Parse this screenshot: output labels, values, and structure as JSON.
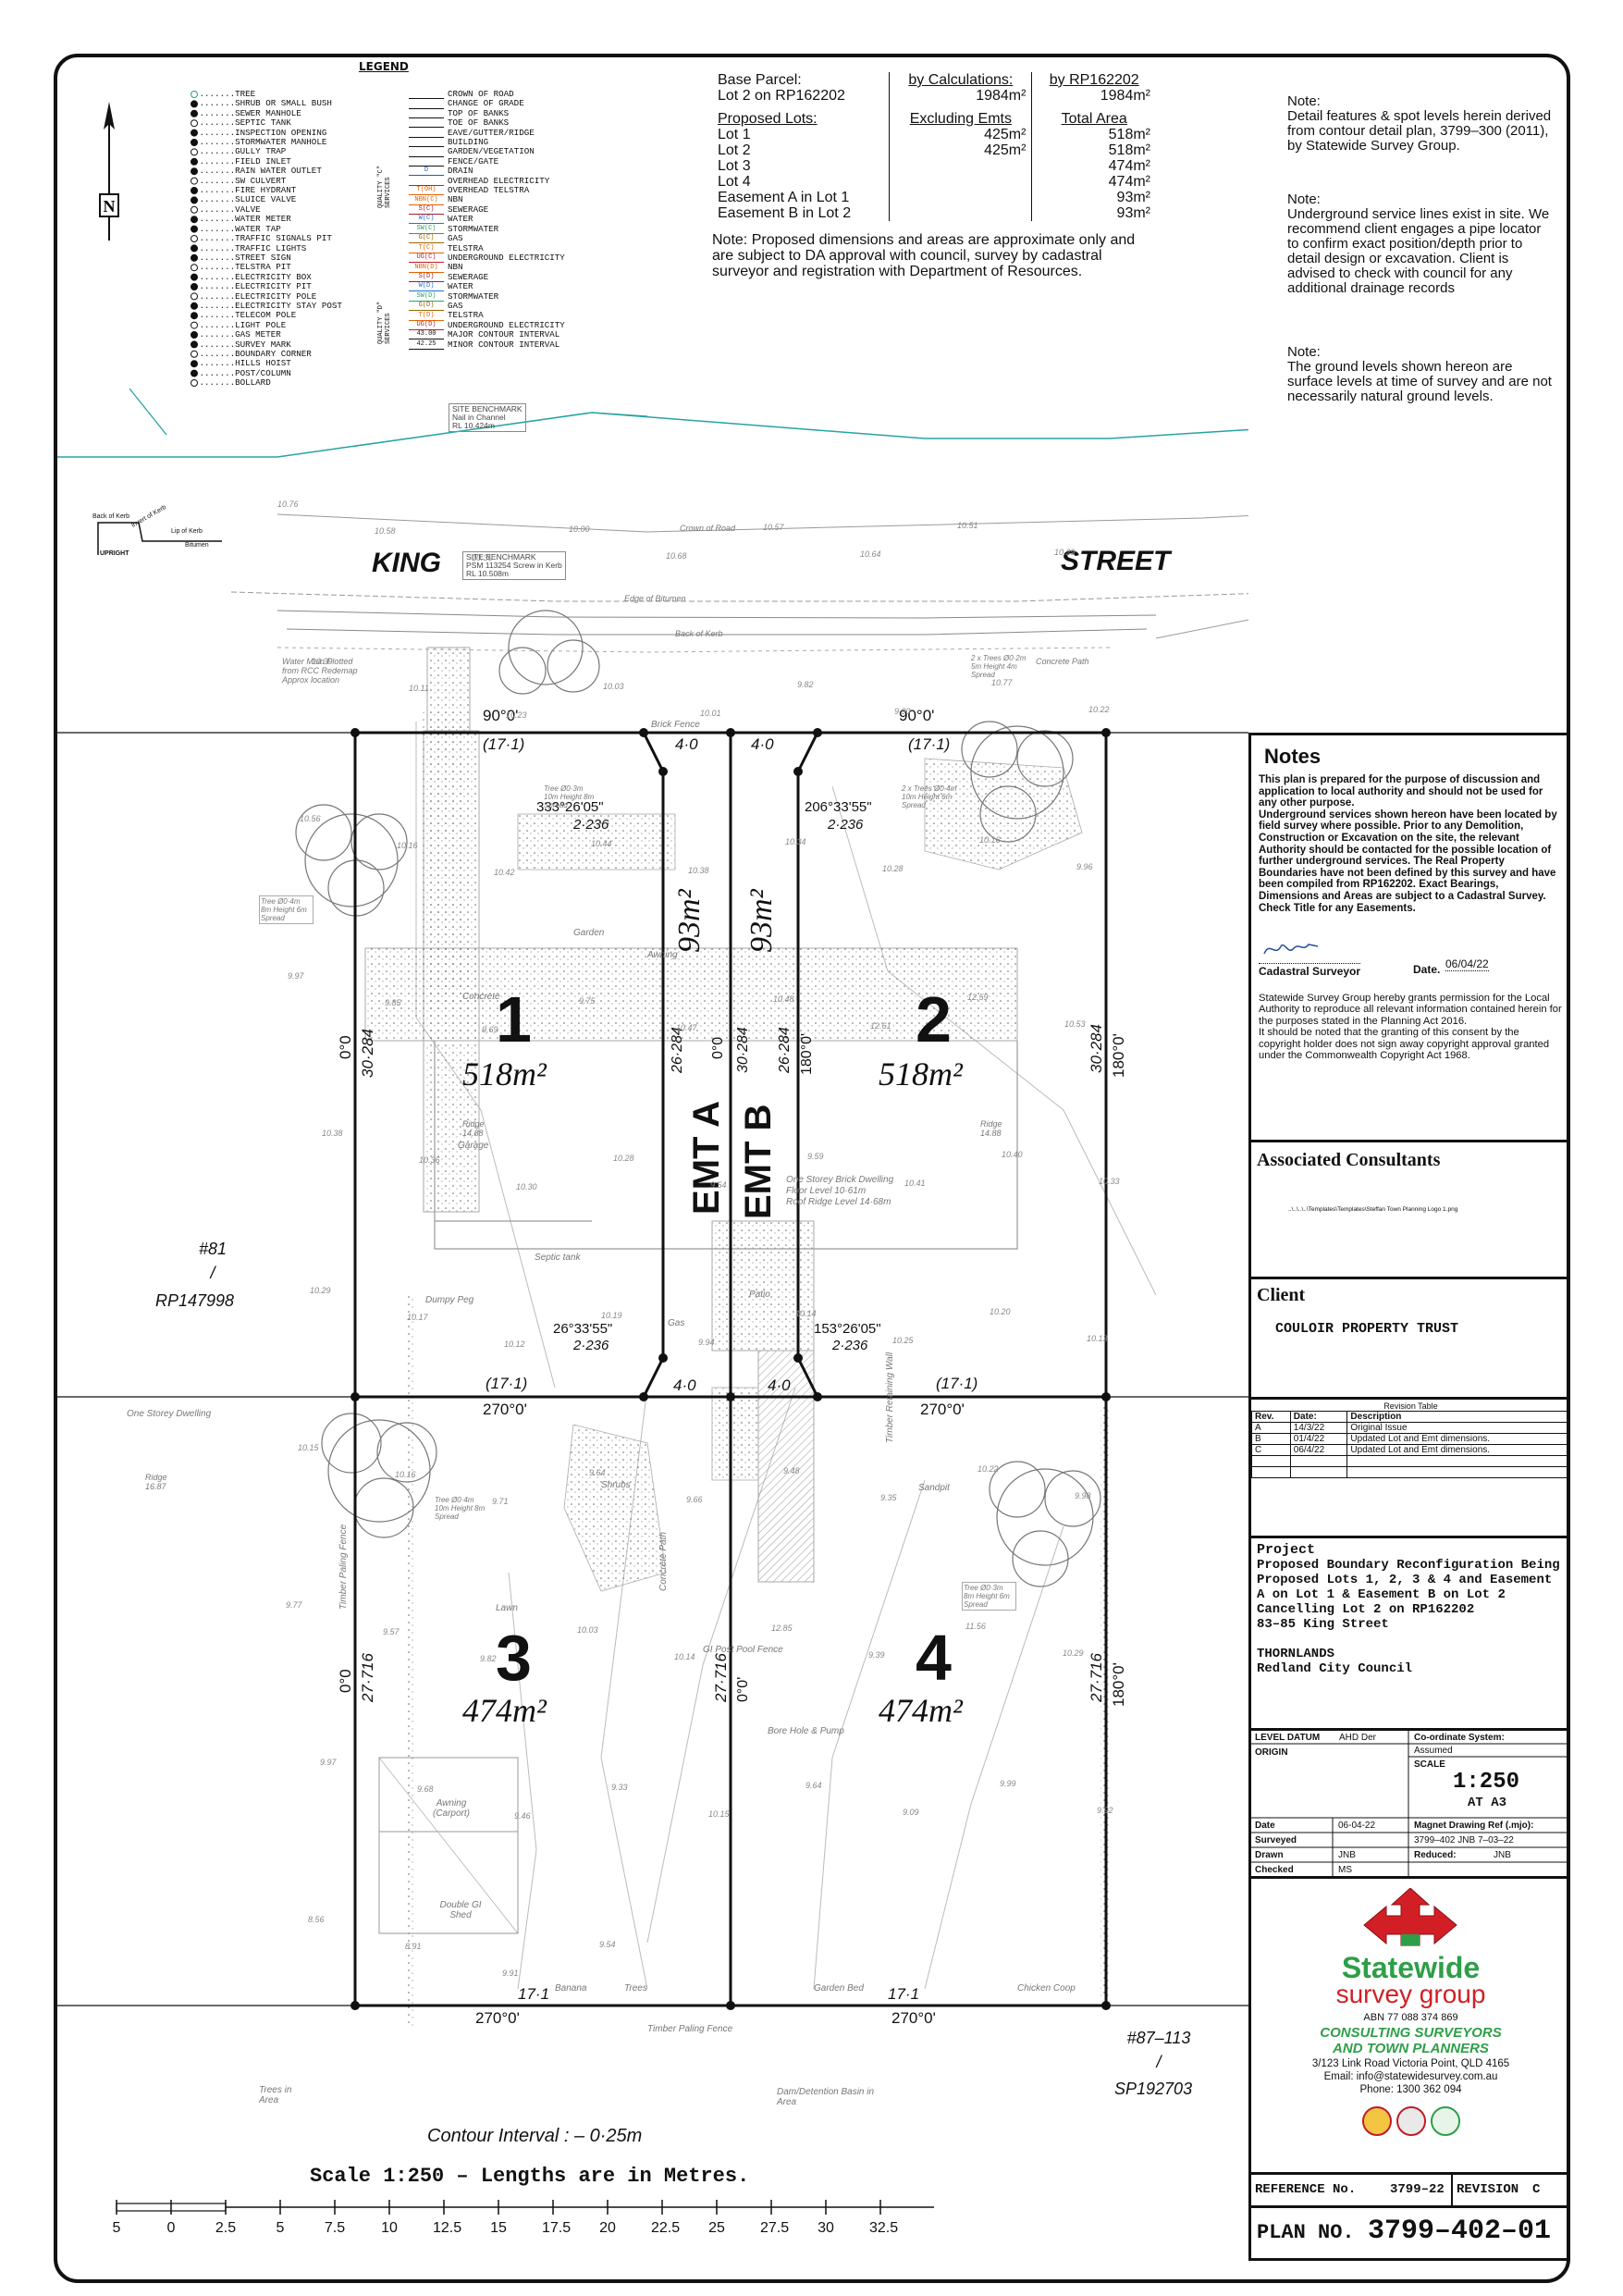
{
  "legend": {
    "title": "LEGEND",
    "left_items": [
      "TREE",
      "SHRUB OR SMALL BUSH",
      "SEWER MANHOLE",
      "SEPTIC TANK",
      "INSPECTION OPENING",
      "STORMWATER MANHOLE",
      "GULLY TRAP",
      "FIELD INLET",
      "RAIN WATER OUTLET",
      "SW CULVERT",
      "FIRE HYDRANT",
      "SLUICE VALVE",
      "VALVE",
      "WATER METER",
      "WATER TAP",
      "TRAFFIC SIGNALS PIT",
      "TRAFFIC LIGHTS",
      "STREET SIGN",
      "TELSTRA PIT",
      "ELECTRICITY BOX",
      "ELECTRICITY PIT",
      "ELECTRICITY POLE",
      "ELECTRICITY STAY POST",
      "TELECOM POLE",
      "LIGHT POLE",
      "GAS METER",
      "SURVEY MARK",
      "BOUNDARY CORNER",
      "HILLS HOIST",
      "POST/COLUMN",
      "BOLLARD"
    ],
    "right_items": [
      {
        "sym": "",
        "label": "CROWN OF ROAD",
        "color": "#111"
      },
      {
        "sym": "",
        "label": "CHANGE OF GRADE",
        "color": "#111"
      },
      {
        "sym": "",
        "label": "TOP OF BANKS",
        "color": "#111"
      },
      {
        "sym": "",
        "label": "TOE OF BANKS",
        "color": "#111"
      },
      {
        "sym": "",
        "label": "EAVE/GUTTER/RIDGE",
        "color": "#111"
      },
      {
        "sym": "",
        "label": "BUILDING",
        "color": "#111"
      },
      {
        "sym": "",
        "label": "GARDEN/VEGETATION",
        "color": "#111"
      },
      {
        "sym": "",
        "label": "FENCE/GATE",
        "color": "#111"
      },
      {
        "sym": "D",
        "label": "DRAIN",
        "color": "#1a5fb4"
      },
      {
        "sym": "",
        "label": "OVERHEAD ELECTRICITY",
        "color": "#c01c28"
      },
      {
        "sym": "T(OH)",
        "label": "OVERHEAD TELSTRA",
        "color": "#e66100"
      },
      {
        "sym": "NBN(C)",
        "label": "NBN",
        "color": "#e66100"
      },
      {
        "sym": "S(C)",
        "label": "SEWERAGE",
        "color": "#a51d2d"
      },
      {
        "sym": "W(C)",
        "label": "WATER",
        "color": "#1c71d8"
      },
      {
        "sym": "SW(C)",
        "label": "STORMWATER",
        "color": "#26a269"
      },
      {
        "sym": "G(C)",
        "label": "GAS",
        "color": "#9a6700"
      },
      {
        "sym": "T(C)",
        "label": "TELSTRA",
        "color": "#e66100"
      },
      {
        "sym": "UG(C)",
        "label": "UNDERGROUND ELECTRICITY",
        "color": "#c01c28"
      },
      {
        "sym": "NBN(D)",
        "label": "NBN",
        "color": "#e66100"
      },
      {
        "sym": "S(D)",
        "label": "SEWERAGE",
        "color": "#a51d2d"
      },
      {
        "sym": "W(D)",
        "label": "WATER",
        "color": "#1c71d8"
      },
      {
        "sym": "SW(D)",
        "label": "STORMWATER",
        "color": "#26a269"
      },
      {
        "sym": "G(D)",
        "label": "GAS",
        "color": "#9a6700"
      },
      {
        "sym": "T(D)",
        "label": "TELSTRA",
        "color": "#e66100"
      },
      {
        "sym": "UG(D)",
        "label": "UNDERGROUND ELECTRICITY",
        "color": "#c01c28"
      },
      {
        "sym": "43.00",
        "label": "MAJOR CONTOUR INTERVAL",
        "color": "#111"
      },
      {
        "sym": "42.25",
        "label": "MINOR CONTOUR INTERVAL",
        "color": "#111"
      }
    ],
    "quality_c": "QUALITY \"C\" SERVICES",
    "quality_d": "QUALITY \"D\" SERVICES"
  },
  "areas": {
    "base_parcel_label": "Base Parcel:",
    "base_lot": "Lot 2 on RP162202",
    "by_calc_hdr": "by Calculations:",
    "by_rp_hdr": "by RP162202",
    "base_calc": "1984m²",
    "base_rp": "1984m²",
    "proposed_hdr": "Proposed Lots:",
    "excl_hdr": "Excluding Emts",
    "total_hdr": "Total Area",
    "rows": [
      {
        "name": "Lot 1",
        "excl": "425m²",
        "total": "518m²"
      },
      {
        "name": "Lot 2",
        "excl": "425m²",
        "total": "518m²"
      },
      {
        "name": "Lot 3",
        "excl": "",
        "total": "474m²"
      },
      {
        "name": "Lot 4",
        "excl": "",
        "total": "474m²"
      },
      {
        "name": "Easement A in Lot 1",
        "excl": "",
        "total": "93m²"
      },
      {
        "name": "Easement B in Lot 2",
        "excl": "",
        "total": "93m²"
      }
    ],
    "note": "Note: Proposed dimensions and areas are approximate only and are subject to DA approval with council, survey by cadastral surveyor and registration with Department of Resources."
  },
  "top_notes": {
    "n1": "Note:\nDetail features & spot levels herein derived from contour detail plan, 3799–300 (2011), by Statewide Survey Group.",
    "n2": "Note:\nUnderground service lines exist in site. We recommend client engages a pipe locator to confirm exact position/depth prior to detail design or excavation. Client is advised to check with council for any additional drainage records",
    "n3": "Note:\nThe ground levels shown hereon are surface levels at time of survey and are not necessarily natural ground levels."
  },
  "plan": {
    "street_left": "KING",
    "street_right": "STREET",
    "site_benchmark_1": "SITE BENCHMARK\nNail in Channel\nRL 10.424m",
    "site_benchmark_2": "SITE BENCHMARK\nPSM 113254 Screw in Kerb\nRL 10.508m",
    "crown_of_road": "Crown of Road",
    "edge_of_bitumen": "Edge of Bitumen",
    "back_of_kerb": "Back of Kerb",
    "water_main": "Water Main Plotted\nfrom RCC Redemap\nApprox location",
    "concrete_path": "Concrete Path",
    "kerb_detail": [
      "Back of Kerb",
      "Invert of Kerb",
      "Lip of Kerb",
      "Bitumen",
      "UPRIGHT"
    ],
    "lot1_num": "1",
    "lot1_area": "518m²",
    "lot2_num": "2",
    "lot2_area": "518m²",
    "lot3_num": "3",
    "lot3_area": "474m²",
    "lot4_num": "4",
    "lot4_area": "474m²",
    "emt_a": "EMT A",
    "emt_b": "EMT B",
    "emt_area_a": "93m²",
    "emt_area_b": "93m²",
    "top_left_bearing": "90°0'",
    "top_right_bearing": "90°0'",
    "top_left_len": "(17·1)",
    "top_right_len": "(17·1)",
    "emt_top_a": "4·0",
    "emt_top_b": "4·0",
    "splay_a_top": "333°26'05\"",
    "splay_a_top_len": "2·236",
    "splay_b_top": "206°33'55\"",
    "splay_b_top_len": "2·236",
    "splay_a_bot": "26°33'55\"",
    "splay_a_bot_len": "2·236",
    "splay_b_bot": "153°26'05\"",
    "splay_b_bot_len": "2·236",
    "mid_left_len": "(17·1)",
    "mid_right_len": "(17·1)",
    "mid_left_bearing": "270°0'",
    "mid_right_bearing": "270°0'",
    "emt_mid_a": "4·0",
    "emt_mid_b": "4·0",
    "left_upper_b": "0°0",
    "left_upper_l": "30·284",
    "right_upper_b": "180°0'",
    "right_upper_l": "30·284",
    "centre_l1": "26·284",
    "centre_b1": "0°0",
    "centre_l2": "30·284",
    "centre_l3": "26·284",
    "centre_b2": "180°0'",
    "left_lower_b": "0°0",
    "left_lower_l": "27·716",
    "right_lower_b": "180°0'",
    "right_lower_l": "27·716",
    "centre_lower_l": "27·716",
    "centre_lower_b": "0°0'",
    "bottom_left_len": "17·1",
    "bottom_right_len": "17·1",
    "bottom_left_bearing": "270°0'",
    "bottom_right_bearing": "270°0'",
    "neighbour_left_1": "#81",
    "neighbour_left_2": "/",
    "neighbour_left_3": "RP147998",
    "neighbour_right_1": "#87–113",
    "neighbour_right_2": "/",
    "neighbour_right_3": "SP192703",
    "contour_interval": "Contour Interval : – 0·25m",
    "scale_text": "Scale 1:250 – Lengths are in Metres.",
    "scale_ticks": [
      "5",
      "0",
      "2.5",
      "5",
      "7.5",
      "10",
      "12.5",
      "15",
      "17.5",
      "20",
      "22.5",
      "25",
      "27.5",
      "30",
      "32.5"
    ],
    "feature_labels": [
      "One Storey Brick Dwelling",
      "Floor Level 10·61m",
      "Roof Ridge Level 14·68m",
      "Garage",
      "Garden",
      "Awning",
      "Concrete",
      "Patio",
      "Gas",
      "Septic tank",
      "Dumpy Peg",
      "One Storey Dwelling",
      "Lawn",
      "Shrubs",
      "Sandpit",
      "Bore Hole & Pump",
      "Double GI Shed",
      "Awning (Carport)",
      "Banana",
      "Trees",
      "Garden Bed",
      "Chicken Coop",
      "Timber Paling Fence",
      "Trees in Area",
      "Dam/Detention Basin in Area",
      "GI Post Pool Fence",
      "Timber Retaining Wall",
      "Concrete Path",
      "Brick Fence",
      "Timber Paling Fence",
      "Ridge 14.88",
      "Ridge 14.88",
      "Ridge 16.87",
      "Tree Ø0·4m 8m Height 6m Spread",
      "Tree Ø0·3m 10m Height 8m Spread",
      "2 x Trees Ø0·2m 5m Height 4m Spread",
      "2 x Trees Ø0·4m 10m Height 6m Spread",
      "Tree Ø0·4m 10m Height 8m Spread",
      "Tree Ø0·3m 8m Height 6m Spread",
      "Tree Ø0·4m 8m Height 6m Spread"
    ],
    "spot_levels": [
      "10.76",
      "10.58",
      "10.30",
      "10.00",
      "10.68",
      "10.57",
      "10.64",
      "10.51",
      "10.29",
      "10.39",
      "10.11",
      "10.23",
      "10.03",
      "10.01",
      "9.82",
      "9.90",
      "10.77",
      "10.22",
      "10.56",
      "10.16",
      "10.42",
      "10.44",
      "10.38",
      "10.34",
      "10.28",
      "10.16",
      "9.96",
      "9.97",
      "9.85",
      "9.69",
      "9.75",
      "10.47",
      "10.48",
      "12.61",
      "12.59",
      "10.53",
      "10.38",
      "10.36",
      "10.30",
      "10.28",
      "9.54",
      "9.59",
      "10.41",
      "10.40",
      "10.33",
      "10.29",
      "10.17",
      "10.12",
      "10.19",
      "9.94",
      "10.14",
      "10.25",
      "10.20",
      "10.13",
      "10.15",
      "10.16",
      "9.71",
      "9.64",
      "9.66",
      "9.48",
      "9.35",
      "10.22",
      "9.98",
      "9.77",
      "9.57",
      "9.82",
      "10.03",
      "10.14",
      "12.85",
      "9.39",
      "11.56",
      "10.29",
      "9.97",
      "9.68",
      "9.46",
      "9.33",
      "10.15",
      "9.64",
      "9.09",
      "9.99",
      "9.92",
      "8.56",
      "8.91",
      "9.91",
      "9.54"
    ]
  },
  "panel": {
    "notes_title": "Notes",
    "notes_body": "This plan is prepared for the purpose of discussion and application to local authority and should not be used for any other purpose.\nUnderground services shown hereon have been located by field survey where possible. Prior to any Demolition, Construction or Excavation on the site, the relevant Authority should be contacted for the possible location of further underground services. The Real Property Boundaries have not been defined by this survey and have been compiled from RP162202. Exact Bearings, Dimensions and Areas are subject to a Cadastral Survey. Check Title for any Easements.",
    "cadastral_surveyor": "Cadastral Surveyor",
    "date_label": "Date.",
    "date_value": "06/04/22",
    "permission": "Statewide Survey Group hereby grants permission for the Local Authority to reproduce all relevant information contained herein for the purposes stated in the Planning Act 2016.\nIt should be noted that the granting of this consent by the copyright holder does not sign away copyright approval granted under the Commonwealth Copyright Act 1968.",
    "associated_title": "Associated Consultants",
    "associated_path": "..\\..\\..\\..\\Templates\\Templates\\Steffan Town Planning Logo 1.png",
    "client_title": "Client",
    "client_name": "COULOIR PROPERTY TRUST",
    "revision_title": "Revision Table",
    "rev_headers": [
      "Rev.",
      "Date:",
      "Description"
    ],
    "revisions": [
      [
        "A",
        "14/3/22",
        "Original Issue"
      ],
      [
        "B",
        "01/4/22",
        "Updated Lot and Emt dimensions."
      ],
      [
        "C",
        "06/4/22",
        "Updated Lot and Emt dimensions."
      ],
      [
        "",
        "",
        ""
      ],
      [
        "",
        "",
        ""
      ]
    ],
    "project_title": "Project",
    "project_body": "Proposed Boundary Reconfiguration Being Proposed Lots 1, 2, 3 & 4 and Easement A on Lot 1 & Easement B on Lot 2 Cancelling Lot 2 on RP162202\n83–85 King Street",
    "locality": "THORNLANDS",
    "council": "Redland City Council",
    "level_datum_lbl": "LEVEL DATUM",
    "level_datum_val": "AHD Der",
    "coord_lbl": "Co-ordinate System:",
    "coord_val": "Assumed",
    "origin_lbl": "ORIGIN",
    "scale_lbl": "SCALE",
    "scale_val": "1:250",
    "scale_sheet": "AT A3",
    "date_lbl": "Date",
    "date_val": "06-04-22",
    "surveyed_lbl": "Surveyed",
    "surveyed_val": "",
    "drawn_lbl": "Drawn",
    "drawn_val": "JNB",
    "checked_lbl": "Checked",
    "checked_val": "MS",
    "magnet_lbl": "Magnet Drawing Ref (.mjo):",
    "magnet_val": "3799–402 JNB 7–03–22",
    "reduced_lbl": "Reduced:",
    "reduced_val": "JNB",
    "company_1": "Statewide",
    "company_2": "survey group",
    "abn": "ABN 77 088 374 869",
    "services_1": "CONSULTING SURVEYORS",
    "services_2": "AND TOWN PLANNERS",
    "address": "3/123 Link Road Victoria Point, QLD 4165",
    "email": "Email: info@statewidesurvey.com.au",
    "phone": "Phone: 1300 362 094",
    "reference_lbl": "REFERENCE No.",
    "reference_val": "3799–22",
    "revision_lbl": "REVISION",
    "revision_val": "C",
    "plan_lbl": "PLAN NO.",
    "plan_val": "3799–402–01",
    "brand_red": "#d21f26",
    "brand_green": "#2e9e48"
  }
}
